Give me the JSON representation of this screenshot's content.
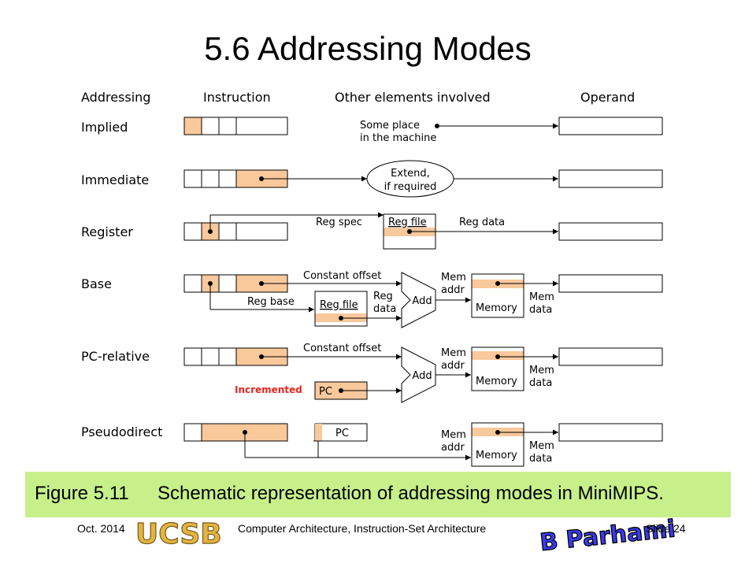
{
  "title": "5.6  Addressing Modes",
  "headers": {
    "addressing": "Addressing",
    "instruction": "Instruction",
    "other": "Other elements involved",
    "operand": "Operand"
  },
  "modes": [
    "Implied",
    "Immediate",
    "Register",
    "Base",
    "PC-relative",
    "Pseudodirect"
  ],
  "labels": {
    "some_place_1": "Some place",
    "some_place_2": "in the machine",
    "extend_1": "Extend,",
    "extend_2": "if required",
    "reg_spec": "Reg spec",
    "reg_file": "Reg file",
    "reg_data": "Reg data",
    "constant_offset": "Constant offset",
    "reg_base": "Reg base",
    "reg_data_1": "Reg",
    "reg_data_2": "data",
    "add": "Add",
    "mem": "Mem",
    "addr": "addr",
    "data": "data",
    "memory": "Memory",
    "incremented": "Incremented",
    "pc": "PC"
  },
  "caption": {
    "figure": "Figure 5.11",
    "text": "Schematic representation of addressing modes in MiniMIPS."
  },
  "footer": {
    "date": "Oct. 2014",
    "course": "Computer Architecture, Instruction-Set Architecture",
    "slide": "Slide 24",
    "logo_left": "UCSB",
    "logo_right": "B Parhami"
  },
  "colors": {
    "highlight": "#f9c89b",
    "caption_bg": "#c7f08a",
    "incremented": "#e8251c"
  }
}
